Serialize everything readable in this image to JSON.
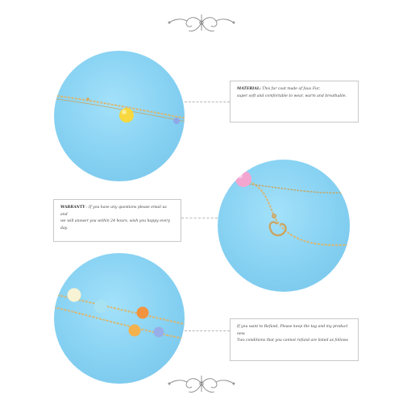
{
  "colors": {
    "background": "#ffffff",
    "photo_blue": "#86d1f2",
    "frame_gray": "#c8c8c8",
    "ornament_gray": "#8a8a8a"
  },
  "icons": {
    "ornament_top": "scroll-ornament-icon",
    "ornament_bottom": "scroll-ornament-icon"
  },
  "sections": [
    {
      "label": "MATERIAL:",
      "text_line_1": "This fur coat made of faux Fur,",
      "text_line_2": "super soft and comfortable to wear, warm and breathable."
    },
    {
      "label": "WARRANTY",
      "text_line_1": ": If you have any questions please email us and",
      "text_line_2": "we will answer you within 24 hours, wish you happy every day."
    },
    {
      "label": "",
      "text_line_1": "If you want to Refund, Please keep the tag and my product new.",
      "text_line_2": "Two conditions that you cannot refund are listed as follows"
    }
  ]
}
